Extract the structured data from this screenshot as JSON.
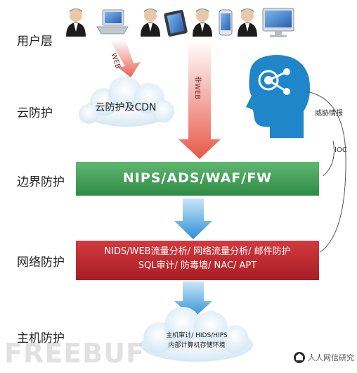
{
  "layers": {
    "user": "用户层",
    "cloud": "云防护",
    "border": "边界防护",
    "network": "网络防护",
    "host": "主机防护"
  },
  "arrows": {
    "web": "WEB",
    "non_web": "非WEB"
  },
  "cloud_box": {
    "label": "云防护及CDN"
  },
  "border_band": {
    "label": "NIPS/ADS/WAF/FW",
    "color": "#3f9a53"
  },
  "network_band": {
    "line1": "NIDS/WEB流量分析/ 网络流量分析/ 邮件防护",
    "line2": "SQL审计/ 防毒墙/ NAC/ APT",
    "color": "#c0282e"
  },
  "host_cloud": {
    "line1": "主机审计/ HIDS/HIPS",
    "line2": "内部计算机存储环境"
  },
  "threat_intel": {
    "label": "威胁情报",
    "ioc": "IOC"
  },
  "watermark": {
    "left": "FREEBUF",
    "right": "人人网信研究"
  }
}
